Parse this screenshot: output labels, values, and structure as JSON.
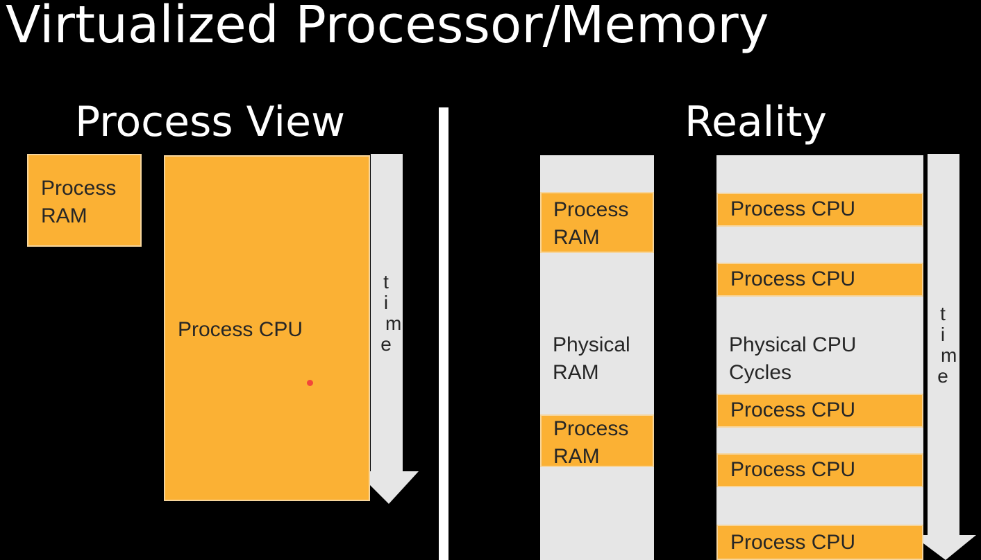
{
  "slide": {
    "title": "Virtualized Processor/Memory"
  },
  "process_view": {
    "heading": "Process View",
    "ram_label": "Process\nRAM",
    "cpu_label": "Process CPU",
    "time_letters": [
      "t",
      "i",
      "m",
      "e"
    ]
  },
  "reality": {
    "heading": "Reality",
    "ram_column": {
      "background_label": "Physical\nRAM",
      "segments": [
        "Process\nRAM",
        "Process\nRAM"
      ]
    },
    "cpu_column": {
      "background_label": "Physical CPU\nCycles",
      "segments": [
        "Process CPU",
        "Process CPU",
        "Process CPU",
        "Process CPU",
        "Process CPU"
      ]
    },
    "time_letters": [
      "t",
      "i",
      "m",
      "e"
    ]
  },
  "colors": {
    "background": "#000000",
    "process_block": "#fbb134",
    "physical_resource": "#e6e6e6",
    "text_on_blocks": "#262626",
    "cursor": "#f2463a"
  }
}
